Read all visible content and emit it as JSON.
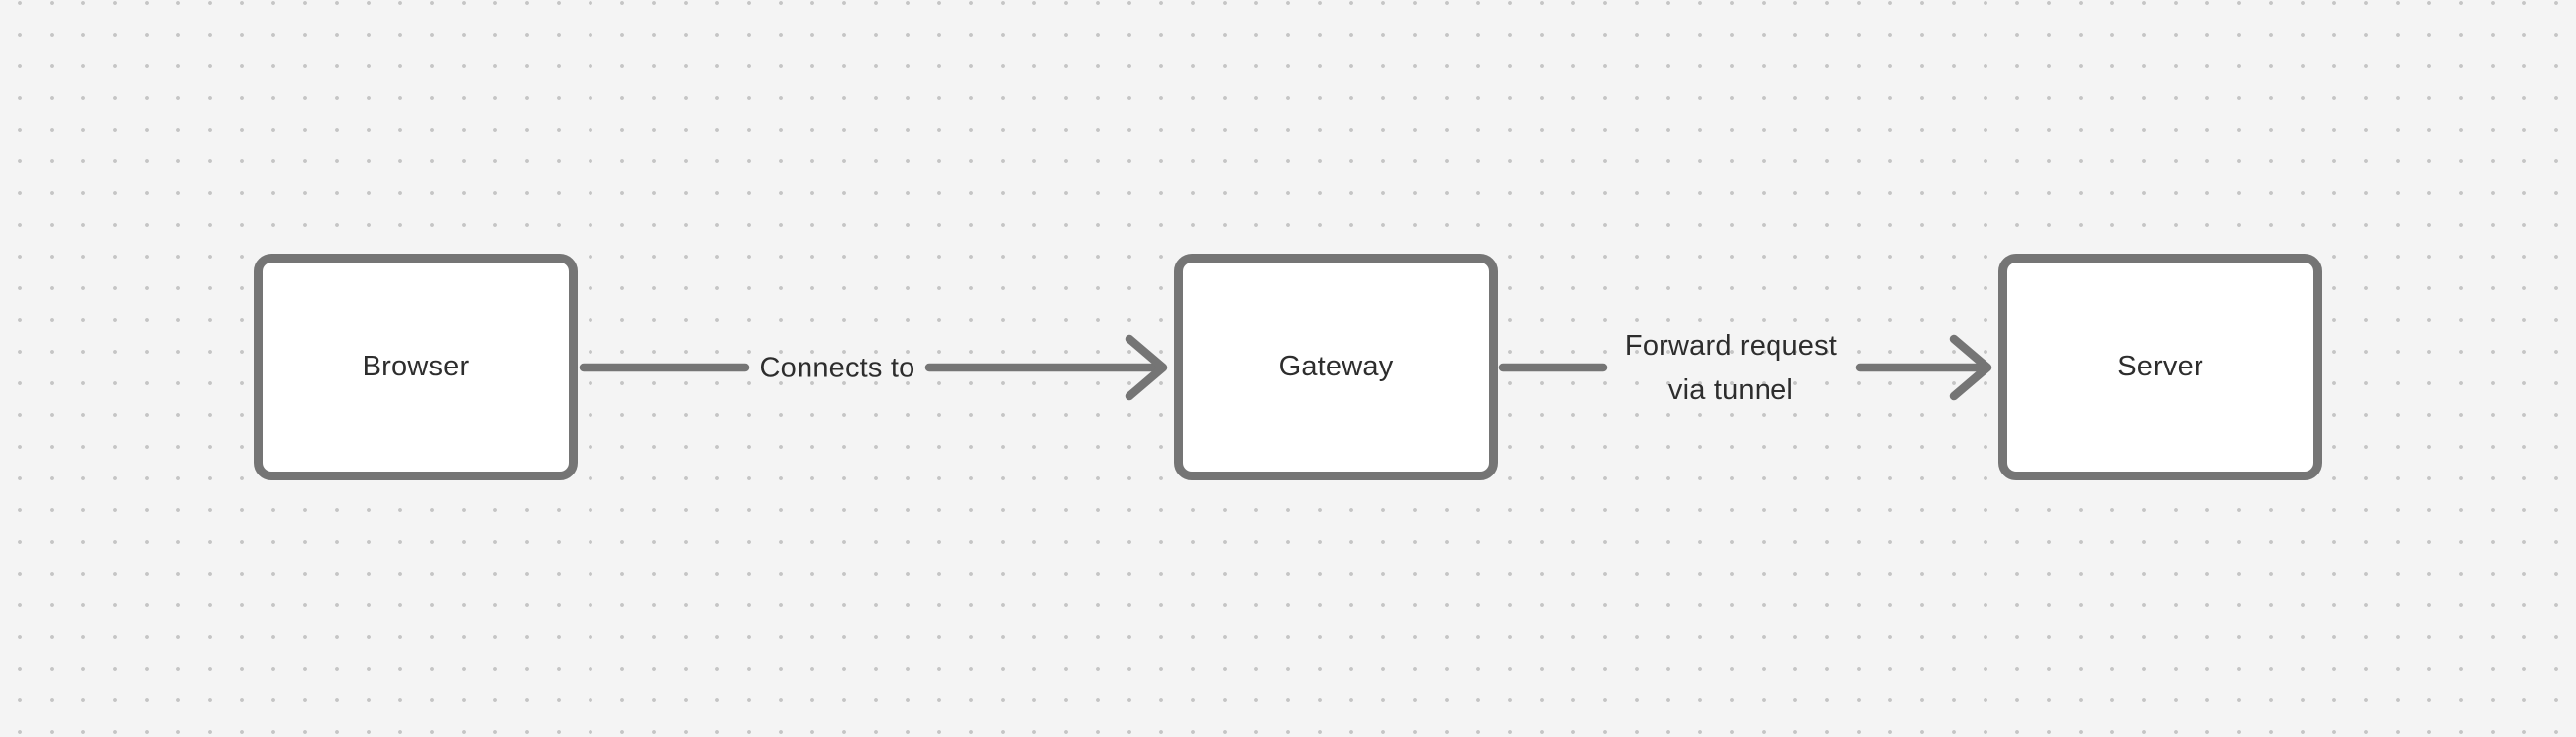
{
  "canvas": {
    "background_color": "#f4f4f4",
    "dot_color": "#c5c5c5",
    "stroke_color": "#757575",
    "text_color": "#2d2d2d",
    "node_fill": "#ffffff"
  },
  "diagram": {
    "nodes": [
      {
        "id": "browser",
        "label": "Browser"
      },
      {
        "id": "gateway",
        "label": "Gateway"
      },
      {
        "id": "server",
        "label": "Server"
      }
    ],
    "connectors": [
      {
        "from": "browser",
        "to": "gateway",
        "label": "Connects to"
      },
      {
        "from": "gateway",
        "to": "server",
        "label": "Forward request\nvia tunnel"
      }
    ]
  }
}
